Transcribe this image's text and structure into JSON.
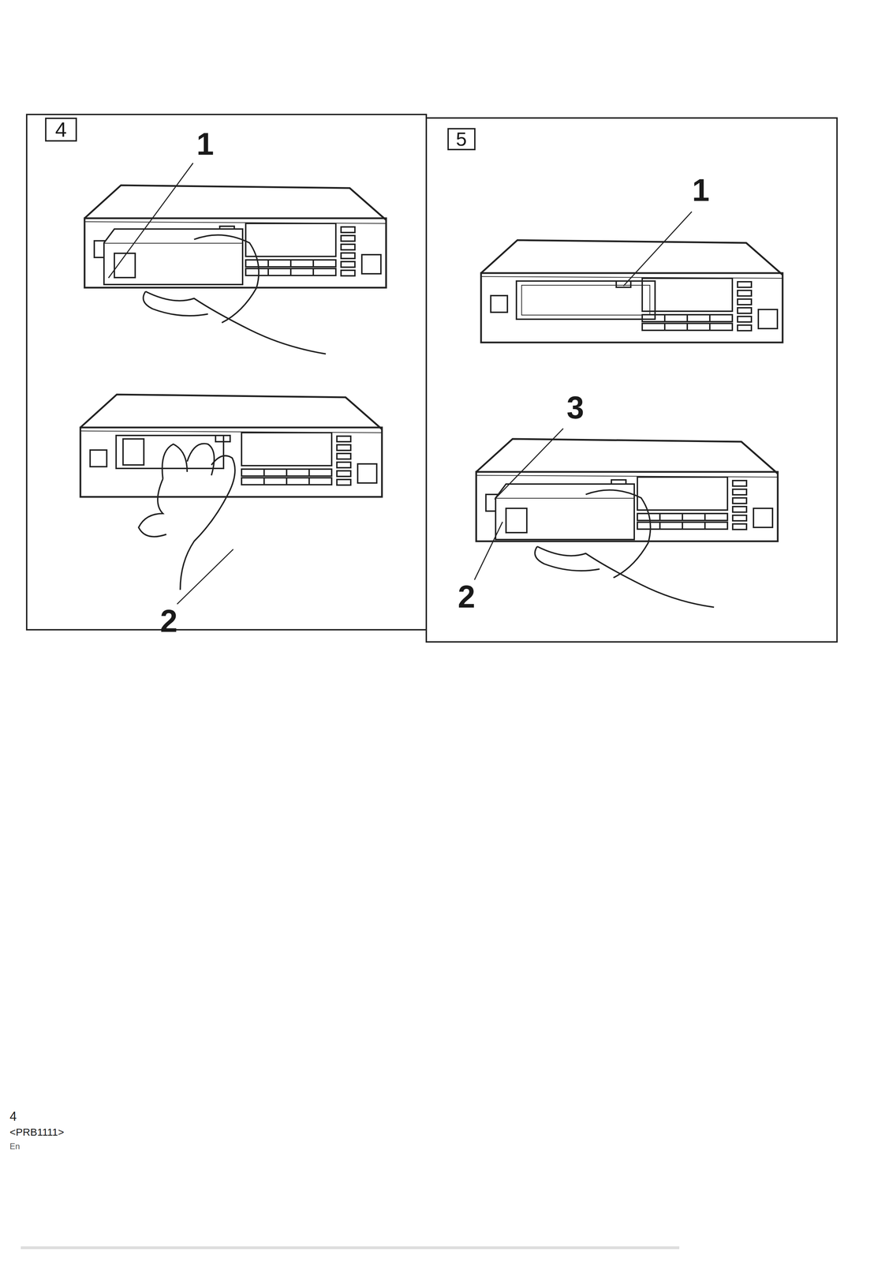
{
  "diagram": {
    "labels": [
      "4",
      "1",
      "2",
      "5",
      "1",
      "3",
      "2",
      "4",
      "<PRB1111>",
      "En"
    ]
  }
}
